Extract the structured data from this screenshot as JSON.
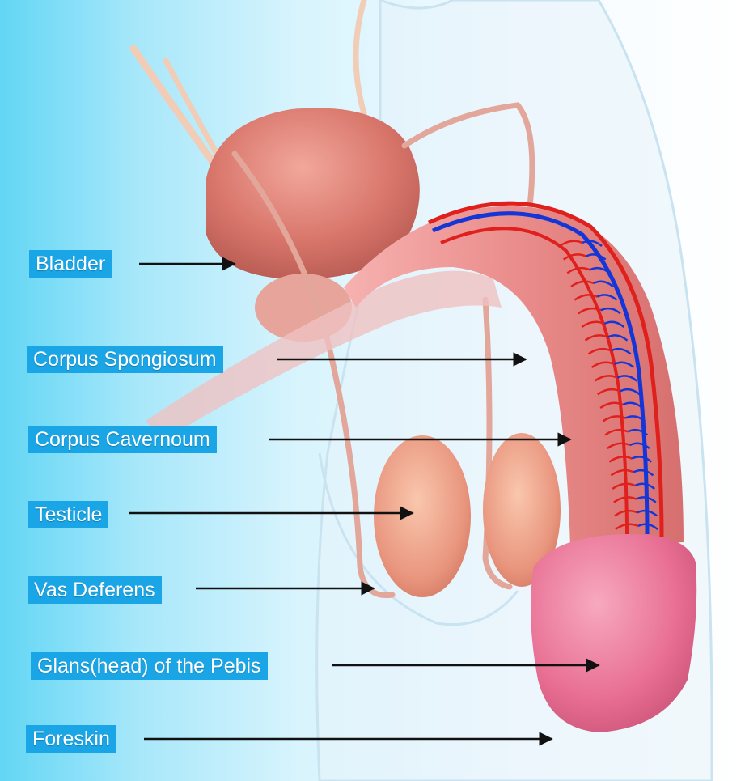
{
  "labels": [
    {
      "id": "bladder",
      "text": "Bladder"
    },
    {
      "id": "corpus-spongiosum",
      "text": "Corpus Spongiosum"
    },
    {
      "id": "corpus-cavernoum",
      "text": "Corpus Cavernoum"
    },
    {
      "id": "testicle",
      "text": "Testicle"
    },
    {
      "id": "vas-deferens",
      "text": "Vas Deferens"
    },
    {
      "id": "glans",
      "text": "Glans(head) of the Pebis"
    },
    {
      "id": "foreskin",
      "text": "Foreskin"
    }
  ],
  "colors": {
    "label_background": "#1aa6e6",
    "label_text": "#ffffff",
    "artery": "#e0201c",
    "vein": "#1436d8",
    "tissue": "#e98a86"
  }
}
